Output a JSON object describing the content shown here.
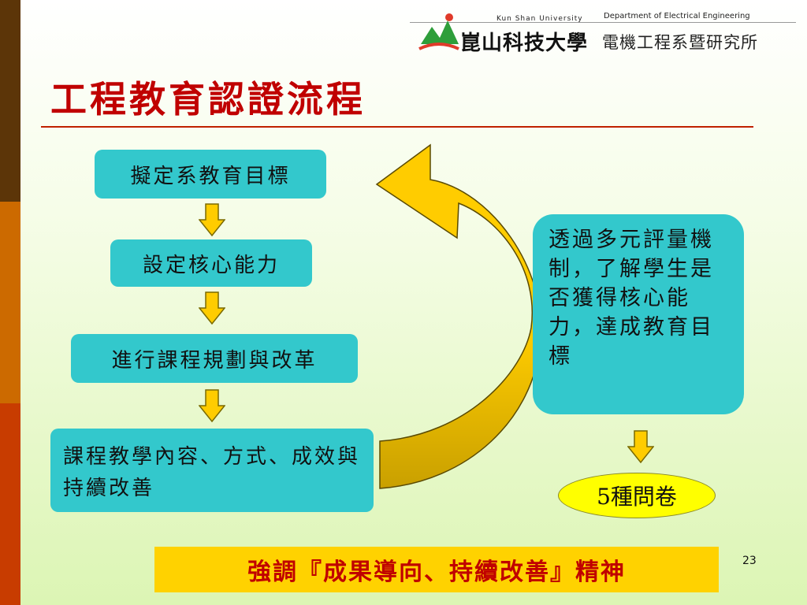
{
  "header": {
    "university_en": "Kun Shan University",
    "department_en": "Department of Electrical Engineering",
    "university_zh": "崑山科技大學",
    "department_zh": "電機工程系暨研究所",
    "logo_icon": "kun-shan-logo-icon"
  },
  "slide": {
    "title": "工程教育認證流程",
    "page_number": "23",
    "banner": "強調『成果導向、持續改善』精神"
  },
  "flow": {
    "steps": [
      "擬定系教育目標",
      "設定核心能力",
      "進行課程規劃與改革",
      "課程教學內容、方式、成效與持續改善"
    ],
    "assessment": "透過多元評量機制，了解學生是否獲得核心能力，達成教育目標",
    "survey": "5種問卷"
  },
  "colors": {
    "title_red": "#c00000",
    "box_teal": "#33c8cc",
    "arrow_yellow": "#ffcc00",
    "banner_yellow": "#ffd200",
    "oval_yellow": "#ffff00"
  }
}
